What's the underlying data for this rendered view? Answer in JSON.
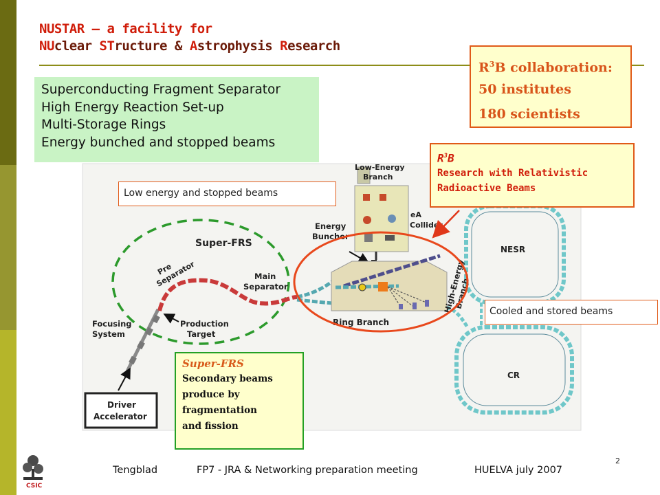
{
  "title": {
    "line1": "NUSTAR – a facility for",
    "line2": [
      {
        "t": "NU",
        "red": true
      },
      {
        "t": "clear ",
        "red": false
      },
      {
        "t": "ST",
        "red": true
      },
      {
        "t": "ructure & ",
        "red": false
      },
      {
        "t": "A",
        "red": true
      },
      {
        "t": "strophysis ",
        "red": false
      },
      {
        "t": "R",
        "red": true
      },
      {
        "t": "esearch",
        "red": false
      }
    ]
  },
  "facilities": [
    "Superconducting Fragment Separator",
    "High Energy Reaction Set-up",
    "Multi-Storage Rings",
    "Energy bunched and stopped beams"
  ],
  "collaboration": {
    "heading_main": "R",
    "heading_sup": "3",
    "heading_rest": "B collaboration:",
    "institutes": "50 institutes",
    "scientists": "180 scientists"
  },
  "r3b": {
    "name_main": "R",
    "name_sup": "3",
    "name_rest": "B",
    "desc1": "Research with Relativistic",
    "desc2": "Radioactive Beams"
  },
  "callouts": {
    "low_energy": "Low energy and stopped beams",
    "cooled": "Cooled and stored beams"
  },
  "super_frs": {
    "name": "Super-FRS",
    "desc": [
      "Secondary beams",
      "produce by",
      "fragmentation",
      "and fission"
    ]
  },
  "diagram": {
    "low_energy_branch": [
      "Low-Energy",
      "Branch"
    ],
    "energy_buncher": [
      "Energy",
      "Buncher"
    ],
    "ea_collider": [
      "eA",
      "Collider"
    ],
    "nesr": "NESR",
    "cr": "CR",
    "super_frs_label": "Super-FRS",
    "pre_separator": [
      "Pre",
      "Separator"
    ],
    "main_separator": [
      "Main",
      "Separator"
    ],
    "focusing_system": [
      "Focusing",
      "System"
    ],
    "production_target": [
      "Production",
      "Target"
    ],
    "driver_accelerator": [
      "Driver",
      "Accelerator"
    ],
    "ring_branch": "Ring Branch",
    "high_energy_branch": [
      "High-Energy",
      "Branch"
    ]
  },
  "logo_text": "CSIC",
  "footer": {
    "author": "Tengblad",
    "meeting": "FP7 - JRA & Networking preparation meeting",
    "venue": "HUELVA july 2007"
  },
  "page_number": "2",
  "colors": {
    "bar_top": "#6b6b12",
    "bar_mid": "#969630",
    "bar_bottom": "#b5b52a",
    "accent": "#e05a18",
    "highlight": "#ffffcc",
    "green_box": "#c9f3c5"
  }
}
